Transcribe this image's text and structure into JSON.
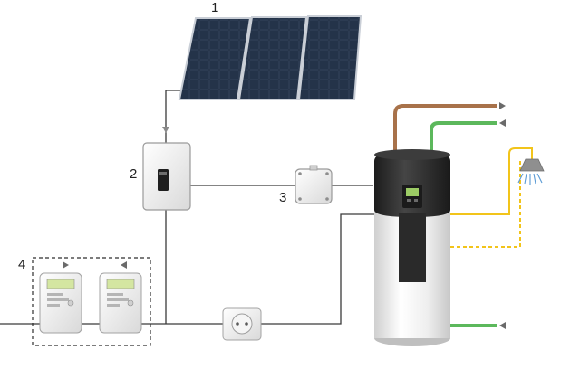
{
  "callouts": {
    "solar_panels": "1",
    "inverter": "2",
    "junction_box": "3",
    "energy_meters": "4"
  },
  "colors": {
    "wire": "#3a3a3a",
    "hot_water_pipe": "#a8724a",
    "cold_water_pipe": "#5cb85c",
    "yellow_line": "#f2c41a",
    "panel_cell": "#1d2a3c",
    "tank_body": "#e9e9e9",
    "tank_top": "#2b2b2b",
    "display_screen": "#9ccc65"
  },
  "icons": {
    "solar": "solar-panel-icon",
    "inverter": "inverter-icon",
    "junction": "junction-box-icon",
    "meter": "energy-meter-icon",
    "socket": "power-socket-icon",
    "heater": "heat-pump-water-heater-icon",
    "shower": "shower-head-icon",
    "arrow": "flow-arrow-icon"
  }
}
